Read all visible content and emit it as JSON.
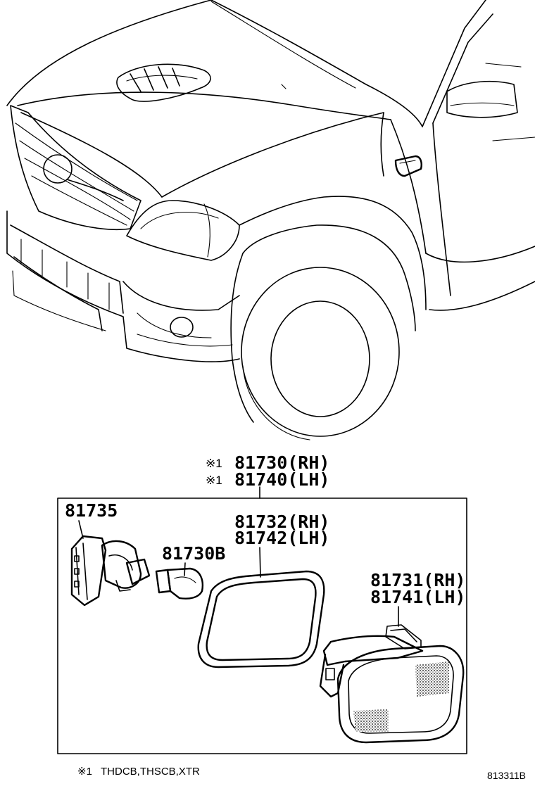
{
  "assembly": {
    "marker": "※1",
    "rh": "81730(RH)",
    "lh": "81740(LH)"
  },
  "parts": {
    "socket": "81735",
    "bulb": "81730B",
    "gasket_rh": "81732(RH)",
    "gasket_lh": "81742(LH)",
    "lens_rh": "81731(RH)",
    "lens_lh": "81741(LH)"
  },
  "footnote": {
    "marker": "※1",
    "text": "THDCB,THSCB,XTR"
  },
  "diagram_code": "813311B"
}
